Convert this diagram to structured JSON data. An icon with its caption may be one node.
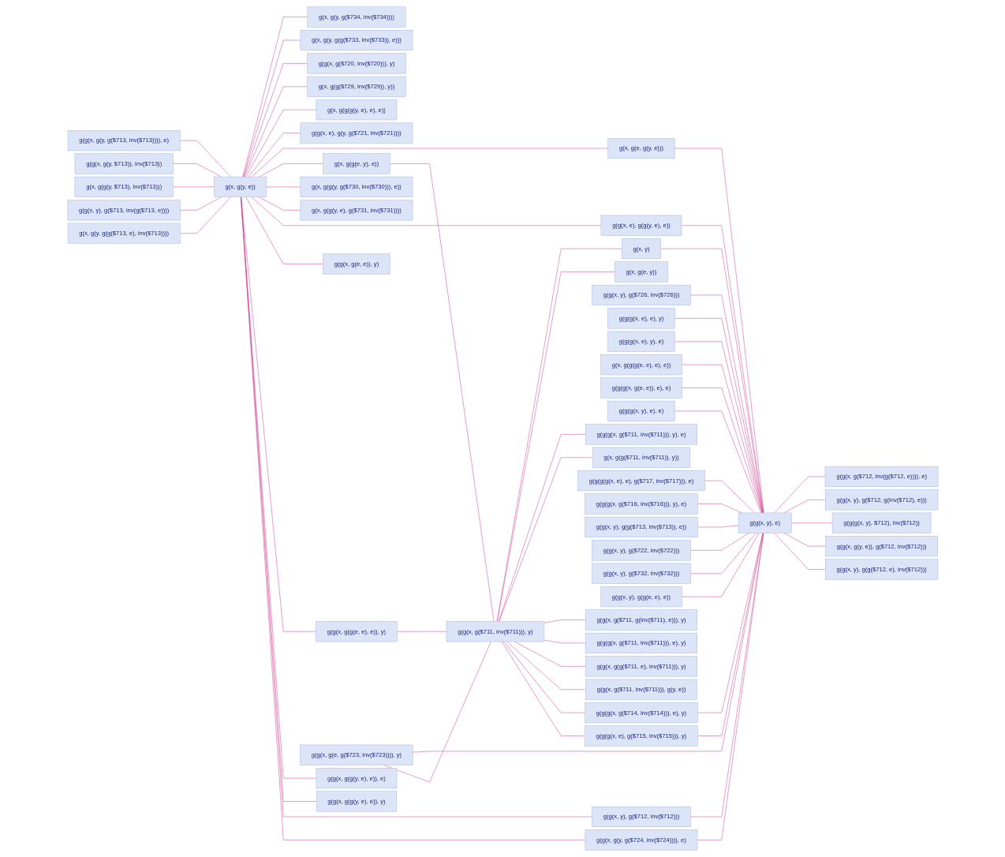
{
  "diagram": {
    "nodes": [
      {
        "text": [
          "g(x, g(y, e))"
        ]
      },
      {
        "text": [
          "g(g(x, g(y, g($713, inv($713)))), e)"
        ]
      },
      {
        "text": [
          "g(g(x, g(y, $713)), inv($713))"
        ]
      },
      {
        "text": [
          "g(x, g(g(y, $713), inv($713)))"
        ]
      },
      {
        "text": [
          "g(g(x, y), g($713, inv(g($713, e))))"
        ]
      },
      {
        "text": [
          "g(x, g(y, g(g($713, e), inv($713))))"
        ]
      },
      {
        "text": [
          "g(x, g(y, g($734, inv($734))))"
        ]
      },
      {
        "text": [
          "g(x, g(y, g(g($733, inv($733)), e)))"
        ]
      },
      {
        "text": [
          "g(g(x, g($720, inv($720))), y)"
        ]
      },
      {
        "text": [
          "g(x, g(g($729, inv($729)), y))"
        ]
      },
      {
        "text": [
          "g(x, g(g(g(y, e), e), e))"
        ]
      },
      {
        "text": [
          "g(g(x, e), g(y, g($721, inv($721))))"
        ]
      },
      {
        "text": [
          "g(x, g(e, g(y, e)))"
        ]
      },
      {
        "text": [
          "g(x, g(g(e, y), e))"
        ]
      },
      {
        "text": [
          "g(x, g(g(y, g($730, inv($730))), e))"
        ]
      },
      {
        "text": [
          "g(x, g(g(y, e), g($731, inv($731))))"
        ]
      },
      {
        "text": [
          "g(g(x, e), g(g(y, e), e))"
        ]
      },
      {
        "text": [
          "g(g(x, g(e, e)), y)"
        ]
      },
      {
        "text": [
          "g(g(x, g(g(e, e), e)), y)"
        ]
      },
      {
        "text": [
          "g(g(x, g(g(y, e), e)), e)"
        ]
      },
      {
        "text": [
          "g(g(x, g(g(y, e), e)), y)"
        ]
      },
      {
        "text": [
          "g(g(x, y), g($712, inv($712)))"
        ]
      },
      {
        "text": [
          "g(g(x, g(y, g($724, inv($724)))), e)"
        ]
      },
      {
        "text": [
          "g(g(x, y), g($726, inv($726)))"
        ]
      },
      {
        "text": [
          "g(g(x, g(e, g($723, inv($723)))), y)"
        ]
      },
      {
        "text": [
          "g(g(g(x, e), e), y)"
        ]
      },
      {
        "text": [
          "g(g(g(x, e), y), e)"
        ]
      },
      {
        "text": [
          "g(x, g(g(g(e, e), e), e))"
        ]
      },
      {
        "text": [
          "g(g(g(x, g(e, e)), e), e)"
        ]
      },
      {
        "text": [
          "g(g(g(x, y), e), e)"
        ]
      },
      {
        "text": [
          "g(g(g(x, g($714, inv($714))), e), y)"
        ]
      },
      {
        "text": [
          "g(g(g(x, e), g($715, inv($715))), y)"
        ]
      },
      {
        "text": [
          "g(g(g(g(x, e), e), g($717, inv($717))), e)"
        ]
      },
      {
        "text": [
          "g(g(g(x, g($716, inv($716))), y), e)"
        ]
      },
      {
        "text": [
          "g(g(x, y), g(g($713, inv($713)), e))"
        ]
      },
      {
        "text": [
          "g(g(x, y), g($722, inv($722)))"
        ]
      },
      {
        "text": [
          "g(g(x, y), g($732, inv($732)))"
        ]
      },
      {
        "text": [
          "g(g(x, y), g(g(e, e), e))"
        ]
      },
      {
        "text": [
          "g(g(x, y), e)"
        ]
      },
      {
        "text": [
          "g(x, y)"
        ]
      },
      {
        "text": [
          "g(g(x, g($711, inv($711))), y)"
        ]
      },
      {
        "text": [
          "g(x, g(e, y))"
        ]
      },
      {
        "text": [
          "g(g(g(x, g($711, inv($711))), y), e)"
        ]
      },
      {
        "text": [
          "g(x, g(g($711, inv($711)), y))"
        ]
      },
      {
        "text": [
          "g(g(x, g($711, g(inv($711), e))), y)"
        ]
      },
      {
        "text": [
          "g(g(g(x, g($711, inv($711))), e), y)"
        ]
      },
      {
        "text": [
          "g(g(x, g(g($711, e), inv($711))), y)"
        ]
      },
      {
        "text": [
          "g(g(x, g($711, inv($711))), g(y, e))"
        ]
      },
      {
        "text": [
          "g(g(x, g($712, inv(g($712, e)))), e)"
        ]
      },
      {
        "text": [
          "g(g(x, y), g($712, g(inv($712), e)))"
        ]
      },
      {
        "text": [
          "g(g(g(x, y), $712), inv($712))"
        ]
      },
      {
        "text": [
          "g(g(x, g(y, e)), g($712, inv($712)))"
        ]
      },
      {
        "text": [
          "g(g(x, y), g(g($712, e), inv($712)))"
        ]
      }
    ],
    "edges": [
      {
        "from": 1,
        "to": 0,
        "arrow": "none"
      },
      {
        "from": 2,
        "to": 0,
        "arrow": "none"
      },
      {
        "from": 3,
        "to": 0,
        "arrow": "none"
      },
      {
        "from": 4,
        "to": 0,
        "arrow": "none"
      },
      {
        "from": 5,
        "to": 0,
        "arrow": "none"
      },
      {
        "from": 0,
        "to": 6,
        "arrow": "none"
      },
      {
        "from": 0,
        "to": 7,
        "arrow": "none"
      },
      {
        "from": 0,
        "to": 8,
        "arrow": "none"
      },
      {
        "from": 0,
        "to": 9,
        "arrow": "none"
      },
      {
        "from": 0,
        "to": 10,
        "arrow": "none"
      },
      {
        "from": 0,
        "to": 11,
        "arrow": "none"
      },
      {
        "from": 0,
        "to": 12,
        "arrow": "none"
      },
      {
        "from": 0,
        "to": 13,
        "arrow": "none"
      },
      {
        "from": 0,
        "to": 14,
        "arrow": "none"
      },
      {
        "from": 0,
        "to": 15,
        "arrow": "none"
      },
      {
        "from": 0,
        "to": 16,
        "arrow": "none"
      },
      {
        "from": 0,
        "to": 17,
        "arrow": "none"
      },
      {
        "from": 0,
        "to": 18,
        "arrow": "none"
      },
      {
        "from": 0,
        "to": 19,
        "arrow": "none"
      },
      {
        "from": 0,
        "to": 20,
        "arrow": "none"
      },
      {
        "from": 0,
        "to": 21,
        "arrow": "none"
      },
      {
        "from": 0,
        "to": 22,
        "arrow": "none"
      },
      {
        "from": 21,
        "to": 38,
        "arrow": "none"
      },
      {
        "from": 22,
        "to": 38,
        "arrow": "none"
      },
      {
        "from": 23,
        "to": 38,
        "arrow": "none"
      },
      {
        "from": 24,
        "to": 38,
        "arrow": "none"
      },
      {
        "from": 25,
        "to": 38,
        "arrow": "none"
      },
      {
        "from": 26,
        "to": 38,
        "arrow": "none"
      },
      {
        "from": 27,
        "to": 38,
        "arrow": "none"
      },
      {
        "from": 28,
        "to": 38,
        "arrow": "none"
      },
      {
        "from": 29,
        "to": 38,
        "arrow": "none"
      },
      {
        "from": 30,
        "to": 38,
        "arrow": "none"
      },
      {
        "from": 31,
        "to": 38,
        "arrow": "none"
      },
      {
        "from": 32,
        "to": 38,
        "arrow": "none"
      },
      {
        "from": 33,
        "to": 38,
        "arrow": "none"
      },
      {
        "from": 34,
        "to": 38,
        "arrow": "none"
      },
      {
        "from": 35,
        "to": 38,
        "arrow": "none"
      },
      {
        "from": 36,
        "to": 38,
        "arrow": "none"
      },
      {
        "from": 37,
        "to": 38,
        "arrow": "none"
      },
      {
        "from": 16,
        "to": 38,
        "arrow": "none"
      },
      {
        "from": 12,
        "to": 38,
        "arrow": "none"
      },
      {
        "from": 38,
        "to": 48,
        "arrow": "none"
      },
      {
        "from": 38,
        "to": 49,
        "arrow": "none"
      },
      {
        "from": 38,
        "to": 50,
        "arrow": "none"
      },
      {
        "from": 38,
        "to": 51,
        "arrow": "none"
      },
      {
        "from": 38,
        "to": 52,
        "arrow": "none"
      },
      {
        "from": 39,
        "to": 38,
        "arrow": "none"
      },
      {
        "from": 40,
        "to": 39,
        "arrow": "none"
      },
      {
        "from": 40,
        "to": 41,
        "arrow": "none"
      },
      {
        "from": 40,
        "to": 42,
        "arrow": "none"
      },
      {
        "from": 40,
        "to": 43,
        "arrow": "none"
      },
      {
        "from": 40,
        "to": 44,
        "arrow": "none"
      },
      {
        "from": 40,
        "to": 45,
        "arrow": "none"
      },
      {
        "from": 40,
        "to": 46,
        "arrow": "none"
      },
      {
        "from": 40,
        "to": 47,
        "arrow": "none"
      },
      {
        "from": 24,
        "to": 40,
        "arrow": "none"
      },
      {
        "from": 40,
        "to": 30,
        "arrow": "none"
      },
      {
        "from": 40,
        "to": 31,
        "arrow": "none"
      },
      {
        "from": 18,
        "to": 40,
        "arrow": "none"
      },
      {
        "from": 13,
        "to": 40,
        "arrow": "none"
      }
    ]
  }
}
